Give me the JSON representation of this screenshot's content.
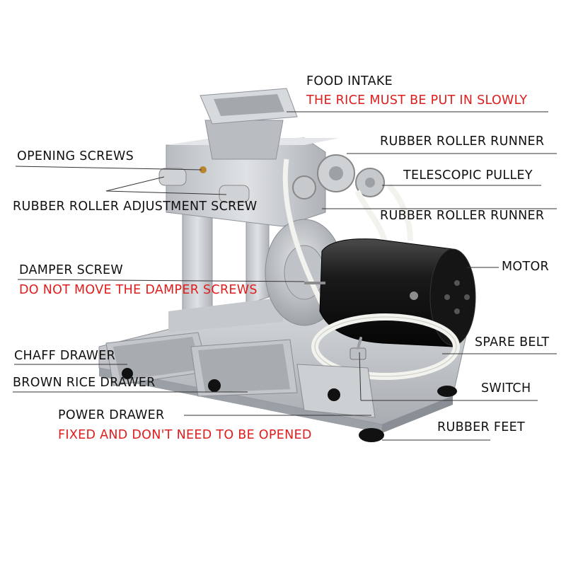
{
  "colors": {
    "label": "#111111",
    "warning": "#e01d1d",
    "machine_body": "#c9ccd0",
    "motor": "#1a1a1a",
    "belt": "#f2f2ee"
  },
  "labels": {
    "food_intake": "FOOD INTAKE",
    "food_intake_note": "THE RICE MUST BE PUT IN SLOWLY",
    "rubber_roller_runner_top": "RUBBER ROLLER RUNNER",
    "opening_screws": "OPENING SCREWS",
    "telescopic_pulley": "TELESCOPIC PULLEY",
    "rubber_roller_adjustment_screw": "RUBBER ROLLER ADJUSTMENT SCREW",
    "rubber_roller_runner_bottom": "RUBBER ROLLER RUNNER",
    "motor": "MOTOR",
    "damper_screw": "DAMPER SCREW",
    "damper_screw_note": "DO NOT MOVE THE DAMPER SCREWS",
    "spare_belt": "SPARE BELT",
    "chaff_drawer": "CHAFF DRAWER",
    "switch": "SWITCH",
    "brown_rice_drawer": "BROWN RICE DRAWER",
    "power_drawer": "POWER DRAWER",
    "rubber_feet": "RUBBER FEET",
    "power_drawer_note": "FIXED AND DON'T NEED TO BE OPENED"
  }
}
